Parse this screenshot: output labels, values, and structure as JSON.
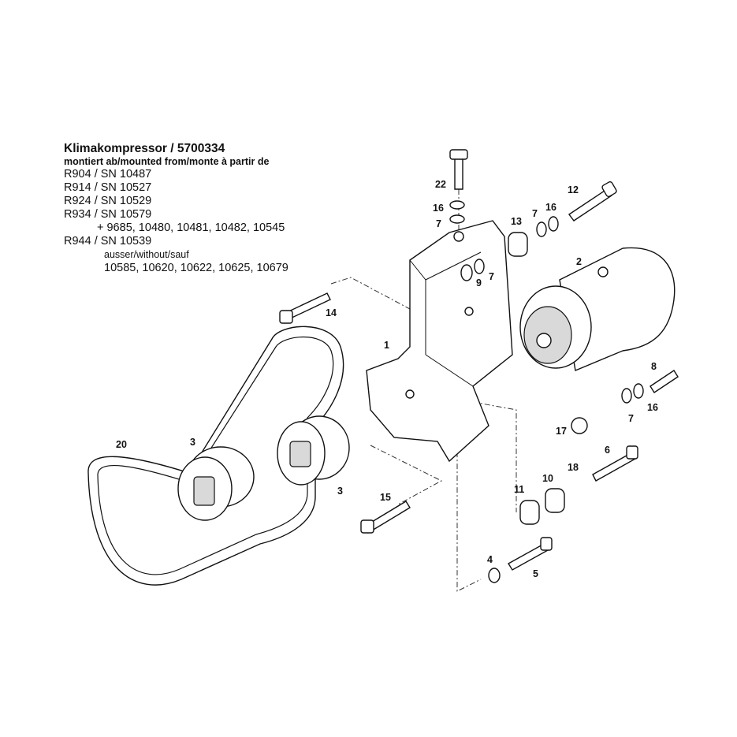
{
  "header": {
    "title": "Klimakompressor / 5700334",
    "subtitle": "montiert ab/mounted from/monte à partir de",
    "lines": [
      "R904 / SN 10487",
      "R914 / SN 10527",
      "R924 / SN 10529",
      "R934 / SN 10579",
      "+ 9685, 10480, 10481, 10482, 10545",
      "R944 / SN 10539",
      "ausser/without/sauf",
      "10585, 10620, 10622, 10625, 10679"
    ]
  },
  "callouts": [
    "22",
    "16",
    "7",
    "13",
    "7",
    "16",
    "12",
    "2",
    "9",
    "7",
    "14",
    "1",
    "8",
    "7",
    "16",
    "17",
    "20",
    "3",
    "3",
    "6",
    "18",
    "10",
    "11",
    "15",
    "4",
    "5"
  ]
}
